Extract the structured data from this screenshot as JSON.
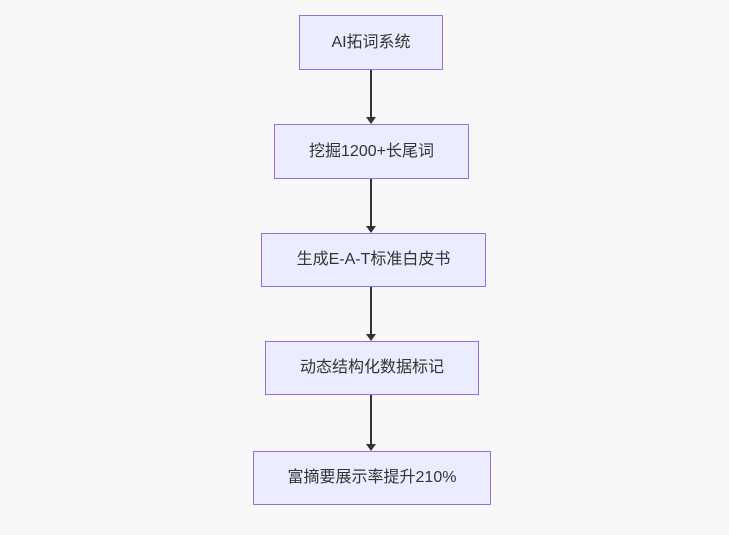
{
  "colors": {
    "node_fill": "#ECECFF",
    "node_border": "#9370DB",
    "arrow": "#333333",
    "text": "#333333",
    "background": "#F8F8F8"
  },
  "flowchart": {
    "type": "flowchart",
    "direction": "top-down",
    "nodes": [
      {
        "id": "n1",
        "label": "AI拓词系统"
      },
      {
        "id": "n2",
        "label": "挖掘1200+长尾词"
      },
      {
        "id": "n3",
        "label": "生成E-A-T标准白皮书"
      },
      {
        "id": "n4",
        "label": "动态结构化数据标记"
      },
      {
        "id": "n5",
        "label": "富摘要展示率提升210%"
      }
    ],
    "edges": [
      {
        "from": "n1",
        "to": "n2"
      },
      {
        "from": "n2",
        "to": "n3"
      },
      {
        "from": "n3",
        "to": "n4"
      },
      {
        "from": "n4",
        "to": "n5"
      }
    ]
  }
}
